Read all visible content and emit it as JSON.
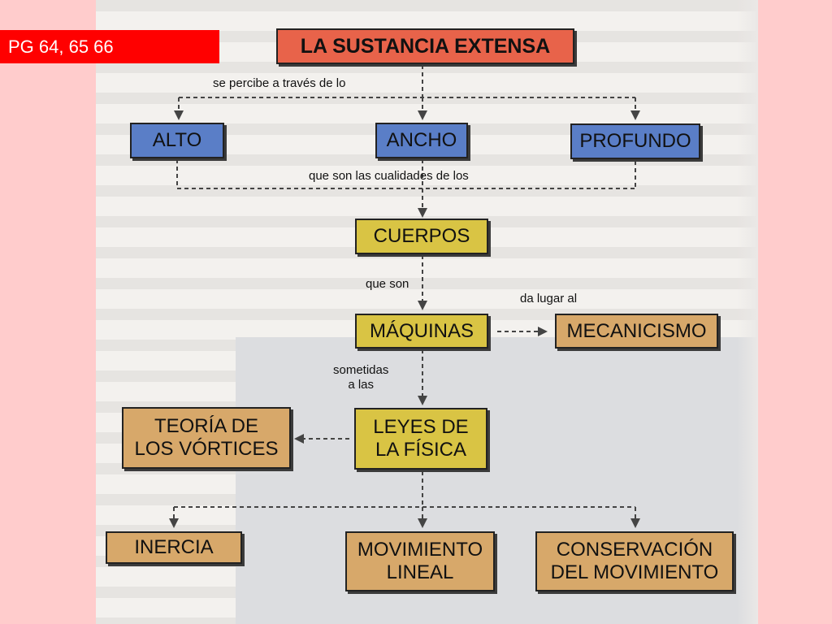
{
  "slide": {
    "page_label": "PG 64, 65 66"
  },
  "diagram": {
    "nodes": {
      "root": "LA SUSTANCIA EXTENSA",
      "alto": "ALTO",
      "ancho": "ANCHO",
      "profundo": "PROFUNDO",
      "cuerpos": "CUERPOS",
      "maquinas": "MÁQUINAS",
      "mecanicismo": "MECANICISMO",
      "leyes": "LEYES DE\nLA FÍSICA",
      "vortices": "TEORÍA DE\nLOS VÓRTICES",
      "inercia": "INERCIA",
      "movimiento": "MOVIMIENTO\nLINEAL",
      "conservacion": "CONSERVACIÓN\nDEL MOVIMIENTO"
    },
    "edge_labels": {
      "percibe": "se percibe a través de lo",
      "cualidades": "que son las cualidades de los",
      "que_son": "que son",
      "da_lugar": "da lugar al",
      "sometidas": "sometidas\na las"
    },
    "colors": {
      "root": "#e8634a",
      "blue": "#5a7ec7",
      "yellow": "#d9c444",
      "tan": "#d7a86a",
      "label": "#ff0000"
    }
  }
}
